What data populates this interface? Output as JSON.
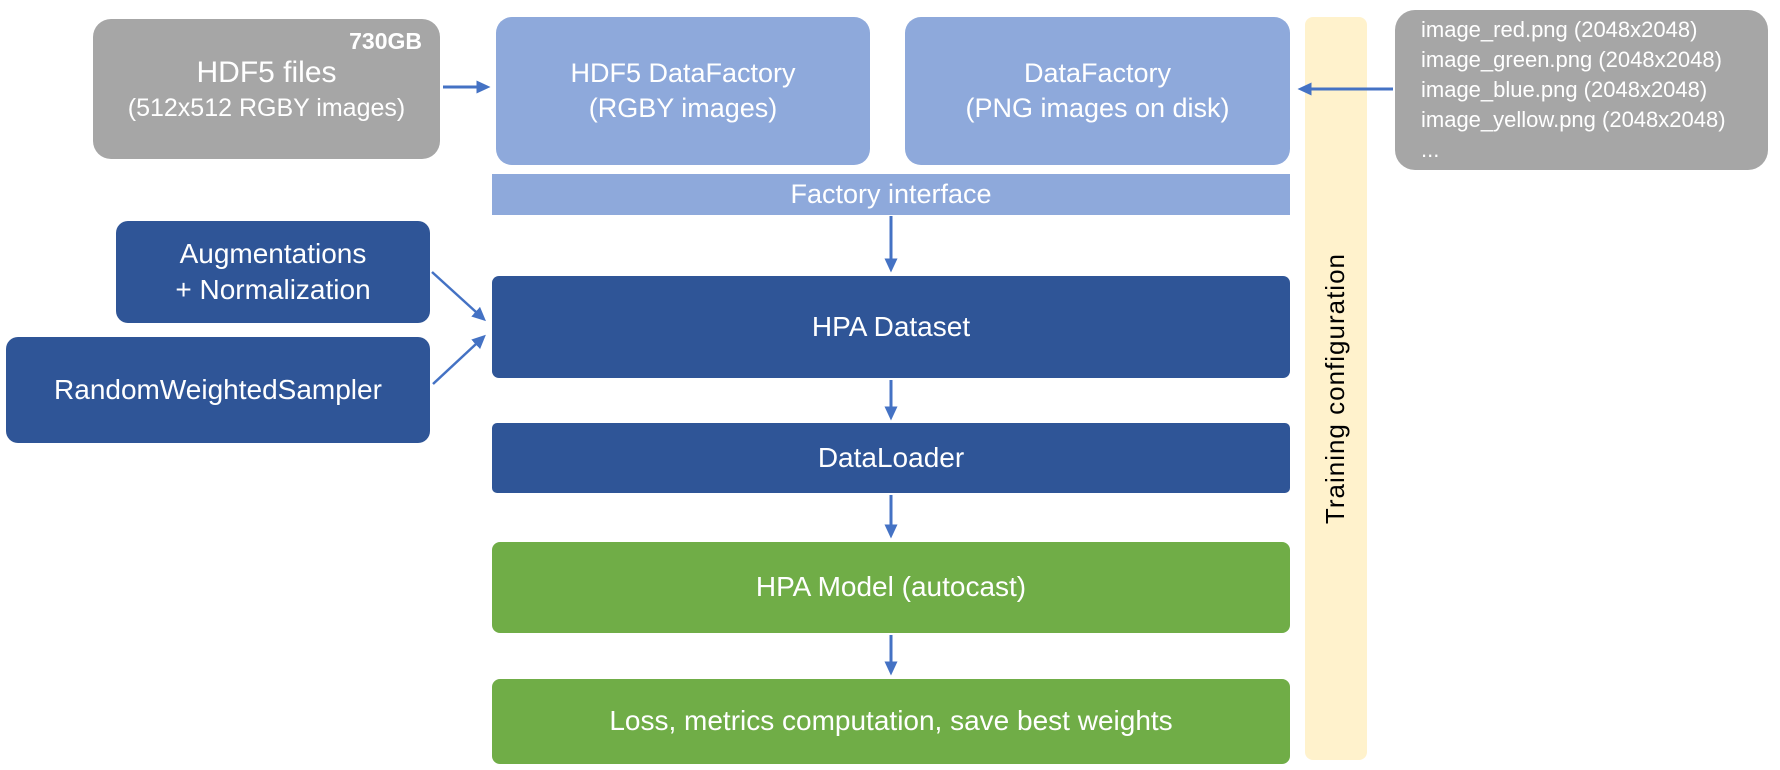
{
  "colors": {
    "gray_box": "#A6A6A6",
    "light_blue": "#8EA9DB",
    "dark_blue": "#2F5597",
    "green": "#70AD47",
    "cream": "#FFF2CC",
    "arrow_blue": "#4472C4",
    "text_on_boxes": "#FFFFFF",
    "text_on_cream": "#000000"
  },
  "nodes": {
    "hdf5_files": {
      "badge": "730GB",
      "line1": "HDF5 files",
      "line2": "(512x512 RGBY images)"
    },
    "hdf5_datafactory": {
      "line1": "HDF5 DataFactory",
      "line2": "(RGBY images)"
    },
    "datafactory": {
      "line1": "DataFactory",
      "line2": "(PNG images on disk)"
    },
    "factory_interface": {
      "label": "Factory interface"
    },
    "hpa_dataset": {
      "label": "HPA Dataset"
    },
    "dataloader": {
      "label": "DataLoader"
    },
    "hpa_model": {
      "label": "HPA Model (autocast)"
    },
    "loss": {
      "label": "Loss, metrics computation, save best weights"
    },
    "augmentations": {
      "line1": "Augmentations",
      "line2": "+ Normalization"
    },
    "sampler": {
      "label": "RandomWeightedSampler"
    },
    "training_configuration": {
      "label": "Training configuration"
    },
    "png_files": {
      "items": [
        "image_red.png (2048x2048)",
        "image_green.png (2048x2048)",
        "image_blue.png (2048x2048)",
        "image_yellow.png (2048x2048)",
        "..."
      ]
    }
  }
}
